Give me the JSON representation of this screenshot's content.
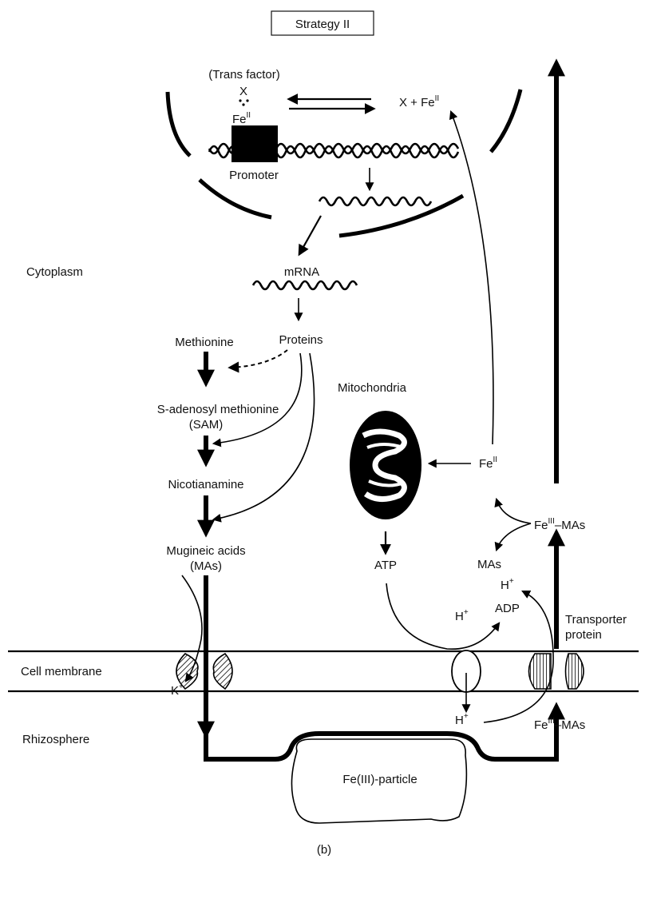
{
  "title": "Strategy II",
  "labels": {
    "trans_factor": "(Trans factor)",
    "x": "X",
    "fe_ii_base": "Fe",
    "fe_ii_sup": "II",
    "x_plus_fe": "X + Fe",
    "x_plus_fe_sup": "II",
    "promoter": "Promoter",
    "cytoplasm": "Cytoplasm",
    "mrna": "mRNA",
    "proteins": "Proteins",
    "methionine": "Methionine",
    "sam_line1": "S-adenosyl methionine",
    "sam_line2": "(SAM)",
    "nicotianamine": "Nicotianamine",
    "mas_line1": "Mugineic acids",
    "mas_line2": "(MAs)",
    "mitochondria": "Mitochondria",
    "fe_ii_mito": "Fe",
    "fe_ii_mito_sup": "II",
    "fe_iii_mas_upper": "Fe",
    "fe_iii_mas_upper_sup": "III",
    "fe_iii_mas_upper_tail": "–MAs",
    "mas_small": "MAs",
    "atp": "ATP",
    "h_plus_top": "H",
    "h_plus_sup": "+",
    "adp": "ADP",
    "h_plus_mid": "H",
    "transporter_line1": "Transporter",
    "transporter_line2": "protein",
    "cell_membrane": "Cell membrane",
    "k_plus": "K",
    "h_plus_bottom": "H",
    "rhizosphere": "Rhizosphere",
    "fe_iii_mas_lower": "Fe",
    "fe_iii_mas_lower_sup": "III",
    "fe_iii_mas_lower_tail": "–MAs",
    "fe_particle": "Fe(III)-particle",
    "panel": "(b)"
  }
}
